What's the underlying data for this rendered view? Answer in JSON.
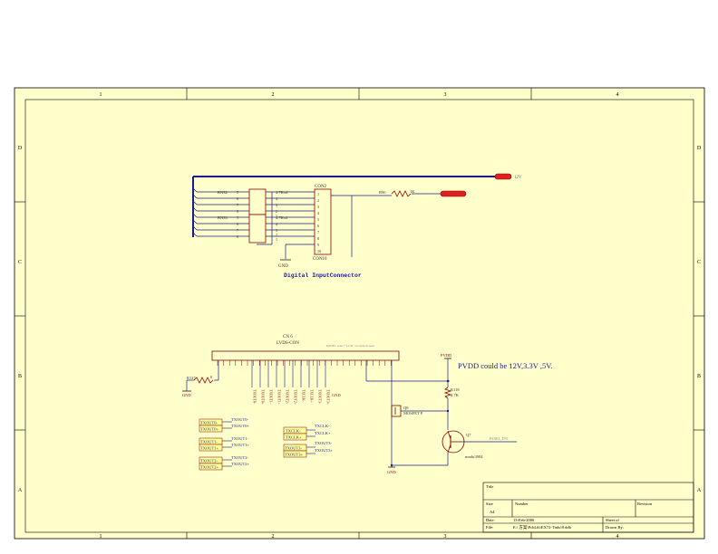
{
  "border": {
    "columns": [
      "1",
      "2",
      "3",
      "4"
    ],
    "rows": [
      "D",
      "C",
      "B",
      "A"
    ]
  },
  "connector_section": {
    "title": "Digital InputConnector",
    "resnet_left": [
      {
        "ref": "RN32",
        "pins_left": [
          "5",
          "6",
          "7",
          "8"
        ],
        "pins_right": [
          "4",
          "3",
          "2",
          "1"
        ],
        "value": "4.7Kx4"
      },
      {
        "ref": "RN33",
        "pins_left": [
          "5",
          "6",
          "7",
          "8"
        ],
        "pins_right": [
          "4",
          "3",
          "2",
          "1"
        ],
        "value": "4.7Kx4"
      }
    ],
    "connector_top": "CON2",
    "connector_bottom": "CON10",
    "connector_pins": [
      "1",
      "2",
      "3",
      "4",
      "5",
      "6",
      "7",
      "8",
      "9",
      "10"
    ],
    "gnd_label": "GND",
    "series_resistor": {
      "ref": "R90",
      "value": "1K"
    },
    "top_net_label": "12V"
  },
  "lvds_section": {
    "connector_ref": "CN 6",
    "connector_name": "LVDS-CON",
    "top_note": "PANEL     select   \"LCD\"   on   wide   Screen",
    "resistor": {
      "ref": "R117",
      "value": "0"
    },
    "gnd_left": "GND",
    "gnd_mid": "GND",
    "gnd_bottom": "GND",
    "pin_nets": [
      "TXOUT0-",
      "TXOUT0+",
      "TXOUT1-",
      "TXOUT1+",
      "TXOUT2-",
      "TXOUT2+",
      "TXCLK-",
      "TXCLK+",
      "TXOUT3-",
      "TXOUT3+"
    ],
    "pvdd_net": "PVDD",
    "pvdd_note": "PVDD  could be  12V,3.3V ,5V.",
    "pullup": {
      "ref": "R118",
      "value": "4.7K"
    },
    "mosfet": {
      "ref": "Q8",
      "type": "MOSFET P"
    },
    "transistor": {
      "ref": "Q7",
      "part": "mmbt3904"
    },
    "panel_enable": "PANEL_EN1",
    "net_tags": [
      {
        "tag": "TXOUT0-",
        "net": "TXOUT0-"
      },
      {
        "tag": "TXOUT0+",
        "net": "TXOUT0+"
      },
      {
        "tag": "TXOUT1-",
        "net": "TXOUT1-"
      },
      {
        "tag": "TXOUT1+",
        "net": "TXOUT1+"
      },
      {
        "tag": "TXOUT2-",
        "net": "TXOUT2-"
      },
      {
        "tag": "TXOUT2+",
        "net": "TXOUT2+"
      },
      {
        "tag": "TXCLK-",
        "net": "TXCLK-"
      },
      {
        "tag": "TXCLK+",
        "net": "TXCLK+"
      },
      {
        "tag": "TXOUT3-",
        "net": "TXOUT3-"
      },
      {
        "tag": "TXOUT3+",
        "net": "TXOUT3+"
      }
    ]
  },
  "title_block": {
    "title_label": "Title",
    "size_label": "Size",
    "size_value": "A4",
    "number_label": "Number",
    "revision_label": "Revision",
    "date_label": "Date:",
    "date_value": "13-Feb-2006",
    "sheet_label": "Sheet    of",
    "file_label": "File:",
    "file_value": "E:\\ 方案\\PcbLib\\EX72-Tinlu\\9.ddb",
    "drawn_label": "Drawn By:"
  },
  "colors": {
    "paper": "#ffffcc",
    "wire": "#1a1a8c",
    "component": "#8b0000",
    "tag_fill": "#ffff99",
    "red_plug": "#e02020"
  }
}
